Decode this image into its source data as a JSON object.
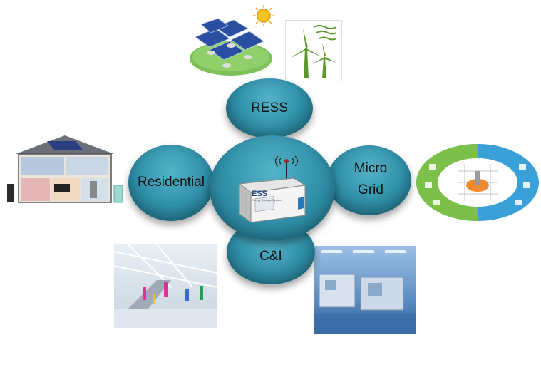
{
  "nodes": {
    "top": "RESS",
    "left": "Residential",
    "right_line1": "Micro",
    "right_line2": "Grid",
    "bottom": "C&I"
  },
  "center_device": {
    "brand": "ESS",
    "subtitle": "Energy Storage System"
  },
  "icons": {
    "top_left": "solar-panels-icon",
    "top_right": "wind-turbines-icon",
    "left": "smart-house-icon",
    "right": "microgrid-ring-icon",
    "bottom_left": "shopping-mall-photo",
    "bottom_right": "factory-photo",
    "center": "ess-container-icon"
  },
  "colors": {
    "circle": "#2f8fa8",
    "circle_light": "#55b3c8"
  }
}
